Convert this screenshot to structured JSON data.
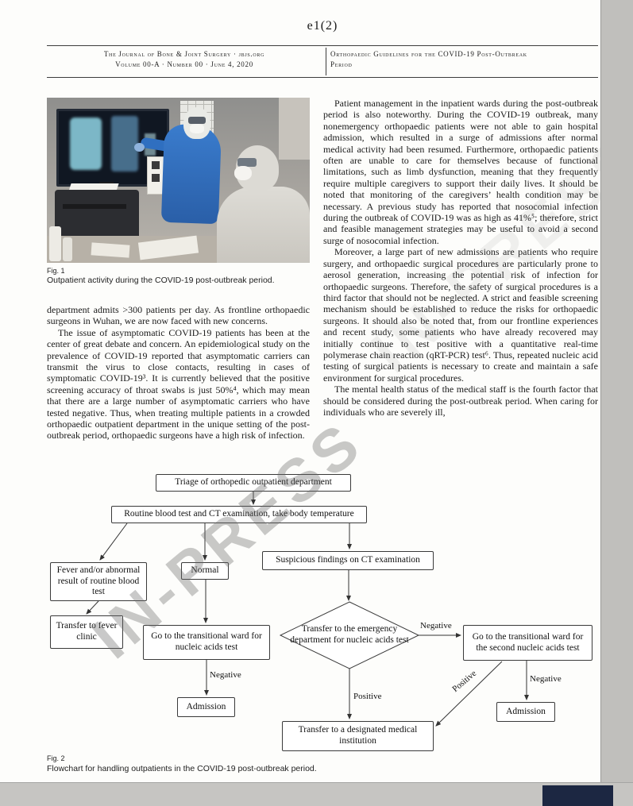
{
  "page": {
    "page_number": "e1(2)",
    "watermark": "IN-PRESS"
  },
  "header": {
    "journal_line1": "The Journal of Bone & Joint Surgery · jbjs.org",
    "journal_line2": "Volume 00-A · Number 00 · June 4, 2020",
    "title_line1": "Orthopaedic Guidelines for the COVID-19 Post-Outbreak",
    "title_line2": "Period"
  },
  "figure1": {
    "label": "Fig. 1",
    "caption": "Outpatient activity during the COVID-19 post-outbreak period."
  },
  "left_column": {
    "paragraphs": [
      "department admits >300 patients per day. As frontline orthopaedic surgeons in Wuhan, we are now faced with new concerns.",
      "The issue of asymptomatic COVID-19 patients has been at the center of great debate and concern. An epidemiological study on the prevalence of COVID-19 reported that asymptomatic carriers can transmit the virus to close contacts, resulting in cases of symptomatic COVID-19³. It is currently believed that the positive screening accuracy of throat swabs is just 50%⁴, which may mean that there are a large number of asymptomatic carriers who have tested negative. Thus, when treating multiple patients in a crowded orthopaedic outpatient department in the unique setting of the post-outbreak period, orthopaedic surgeons have a high risk of infection."
    ]
  },
  "right_column": {
    "paragraphs": [
      "Patient management in the inpatient wards during the post-outbreak period is also noteworthy. During the COVID-19 outbreak, many nonemergency orthopaedic patients were not able to gain hospital admission, which resulted in a surge of admissions after normal medical activity had been resumed. Furthermore, orthopaedic patients often are unable to care for themselves because of functional limitations, such as limb dysfunction, meaning that they frequently require multiple caregivers to support their daily lives. It should be noted that monitoring of the caregivers’ health condition may be necessary. A previous study has reported that nosocomial infection during the outbreak of COVID-19 was as high as 41%⁵; therefore, strict and feasible management strategies may be useful to avoid a second surge of nosocomial infection.",
      "Moreover, a large part of new admissions are patients who require surgery, and orthopaedic surgical procedures are particularly prone to aerosol generation, increasing the potential risk of infection for orthopaedic surgeons. Therefore, the safety of surgical procedures is a third factor that should not be neglected. A strict and feasible screening mechanism should be established to reduce the risks for orthopaedic surgeons. It should also be noted that, from our frontline experiences and recent study, some patients who have already recovered may initially continue to test positive with a quantitative real-time polymerase chain reaction (qRT-PCR) test⁶. Thus, repeated nucleic acid testing of surgical patients is necessary to create and maintain a safe environment for surgical procedures.",
      "The mental health status of the medical staff is the fourth factor that should be considered during the post-outbreak period. When caring for individuals who are severely ill,"
    ]
  },
  "figure2": {
    "label": "Fig. 2",
    "caption": "Flowchart for handling outpatients in the COVID-19 post-outbreak period.",
    "nodes": {
      "triage": "Triage of orthopedic outpatient department",
      "routine": "Routine blood test and CT examination, take body temperature",
      "fever": "Fever and/or abnormal result of routine blood test",
      "normal": "Normal",
      "suspicious": "Suspicious findings on CT examination",
      "transfer_fever": "Transfer to fever clinic",
      "transitional_ward": "Go to the transitional ward for nucleic acids test",
      "admission_left": "Admission",
      "emergency": "Transfer to the emergency department for nucleic acids test",
      "transitional_ward_second": "Go to the transitional ward for the second nucleic acids test",
      "admission_right": "Admission",
      "designated": "Transfer to a designated medical institution"
    },
    "edge_labels": {
      "negative_left": "Negative",
      "negative_mid": "Negative",
      "negative_right": "Negative",
      "positive_down": "Positive",
      "positive_diagonal": "Positive"
    }
  }
}
